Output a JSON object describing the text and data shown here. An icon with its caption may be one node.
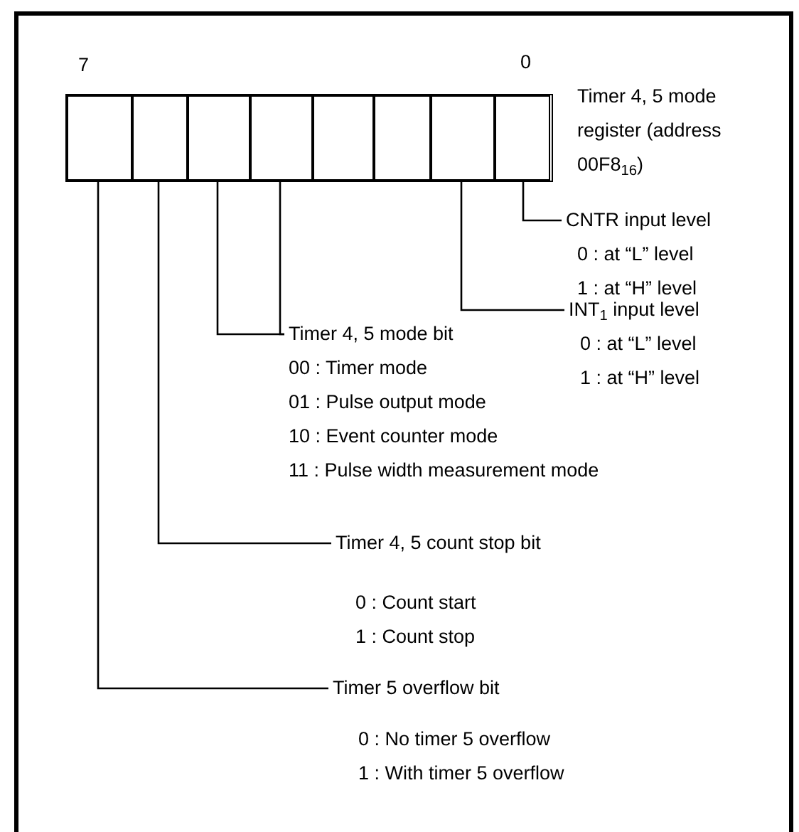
{
  "diagram": {
    "nodes": [
      {
        "text": [],
        "shape": "box",
        "beside": [
          "Timer 4, 5 mode register (address 00F8$_{16}$)"
        ]
      },
      {
        "text": [],
        "shape": "box",
        "in": 0
      },
      {
        "text": [],
        "shape": "box",
        "in": 0
      },
      {
        "text": [],
        "shape": "box",
        "in": 0
      },
      {
        "text": [],
        "shape": "box",
        "in": 0
      },
      {
        "text": [],
        "shape": "box",
        "in": 0
      },
      {
        "text": [],
        "shape": "box",
        "in": 0
      },
      {
        "text": [],
        "shape": "box",
        "in": 0
      },
      {
        "text": [],
        "shape": "box",
        "in": 0
      },
      {
        "text": [
          "CNTR input level",
          "0 : at “L” level",
          "1 : at “H” level"
        ]
      },
      {
        "text": [
          "INT$_{1}$ input level",
          "0 : at “L” level",
          "1 : at “H” level"
        ]
      },
      {
        "text": [
          "Timer 4, 5 mode bit",
          "00 : Timer mode",
          "01 : Pulse output mode",
          "10 : Event counter mode",
          "11 : Pulse width measurement mode"
        ]
      },
      {
        "text": [
          "Timer 4, 5 count stop bit",
          "0 : Count start",
          "1 : Count stop"
        ]
      },
      {
        "text": [
          "Timer 5 overflow bit",
          "0 : No timer 5 overflow",
          "1 : With timer 5 overflow"
        ]
      }
    ],
    "edges": [
      {
        "from": 9,
        "to": 8,
        "arrow": "none"
      },
      {
        "from": 10,
        "to": 7,
        "arrow": "none"
      },
      {
        "from": 11,
        "to": 3,
        "arrow": "none"
      },
      {
        "from": 11,
        "to": 4,
        "arrow": "none"
      },
      {
        "from": 12,
        "to": 2,
        "arrow": "none"
      },
      {
        "from": 13,
        "to": 1,
        "arrow": "none"
      }
    ],
    "labels": [
      "7",
      "0"
    ]
  }
}
